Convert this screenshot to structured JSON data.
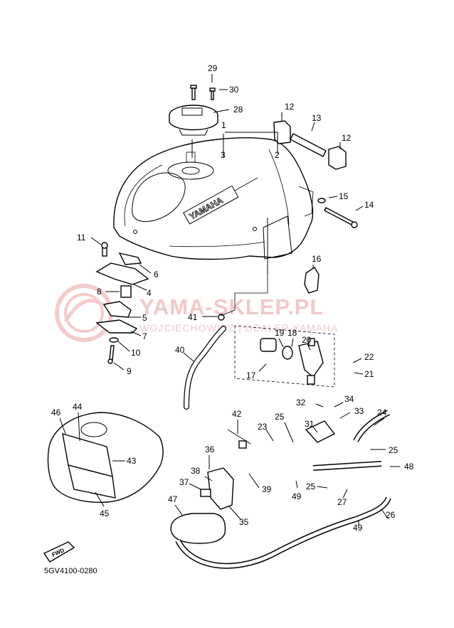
{
  "diagram_code": "5GV4100-0280",
  "watermark": {
    "brand": "YAMA-SKLEP.PL",
    "subtitle": "WOJCIECHOWICZ | DEALER YAMAHA"
  },
  "tank_emblem": "YAMAHA",
  "fwd_label": "FWD",
  "callouts": [
    {
      "id": "c1",
      "label": "1"
    },
    {
      "id": "c2",
      "label": "2"
    },
    {
      "id": "c3",
      "label": "3"
    },
    {
      "id": "c4",
      "label": "4"
    },
    {
      "id": "c5",
      "label": "5"
    },
    {
      "id": "c6",
      "label": "6"
    },
    {
      "id": "c7",
      "label": "7"
    },
    {
      "id": "c8",
      "label": "8"
    },
    {
      "id": "c9",
      "label": "9"
    },
    {
      "id": "c10",
      "label": "10"
    },
    {
      "id": "c11",
      "label": "11"
    },
    {
      "id": "c12a",
      "label": "12"
    },
    {
      "id": "c12b",
      "label": "12"
    },
    {
      "id": "c13",
      "label": "13"
    },
    {
      "id": "c14",
      "label": "14"
    },
    {
      "id": "c15",
      "label": "15"
    },
    {
      "id": "c16",
      "label": "16"
    },
    {
      "id": "c17",
      "label": "17"
    },
    {
      "id": "c18",
      "label": "18"
    },
    {
      "id": "c19",
      "label": "19"
    },
    {
      "id": "c20",
      "label": "20"
    },
    {
      "id": "c21",
      "label": "21"
    },
    {
      "id": "c22",
      "label": "22"
    },
    {
      "id": "c23",
      "label": "23"
    },
    {
      "id": "c24",
      "label": "24"
    },
    {
      "id": "c25a",
      "label": "25"
    },
    {
      "id": "c25b",
      "label": "25"
    },
    {
      "id": "c25c",
      "label": "25"
    },
    {
      "id": "c26",
      "label": "26"
    },
    {
      "id": "c27",
      "label": "27"
    },
    {
      "id": "c28",
      "label": "28"
    },
    {
      "id": "c29",
      "label": "29"
    },
    {
      "id": "c30",
      "label": "30"
    },
    {
      "id": "c31",
      "label": "31"
    },
    {
      "id": "c32",
      "label": "32"
    },
    {
      "id": "c33",
      "label": "33"
    },
    {
      "id": "c34",
      "label": "34"
    },
    {
      "id": "c35",
      "label": "35"
    },
    {
      "id": "c36",
      "label": "36"
    },
    {
      "id": "c37",
      "label": "37"
    },
    {
      "id": "c38",
      "label": "38"
    },
    {
      "id": "c39",
      "label": "39"
    },
    {
      "id": "c40",
      "label": "40"
    },
    {
      "id": "c41",
      "label": "41"
    },
    {
      "id": "c42",
      "label": "42"
    },
    {
      "id": "c43",
      "label": "43"
    },
    {
      "id": "c44",
      "label": "44"
    },
    {
      "id": "c45",
      "label": "45"
    },
    {
      "id": "c46",
      "label": "46"
    },
    {
      "id": "c47",
      "label": "47"
    },
    {
      "id": "c48",
      "label": "48"
    },
    {
      "id": "c49a",
      "label": "49"
    },
    {
      "id": "c49b",
      "label": "49"
    }
  ]
}
